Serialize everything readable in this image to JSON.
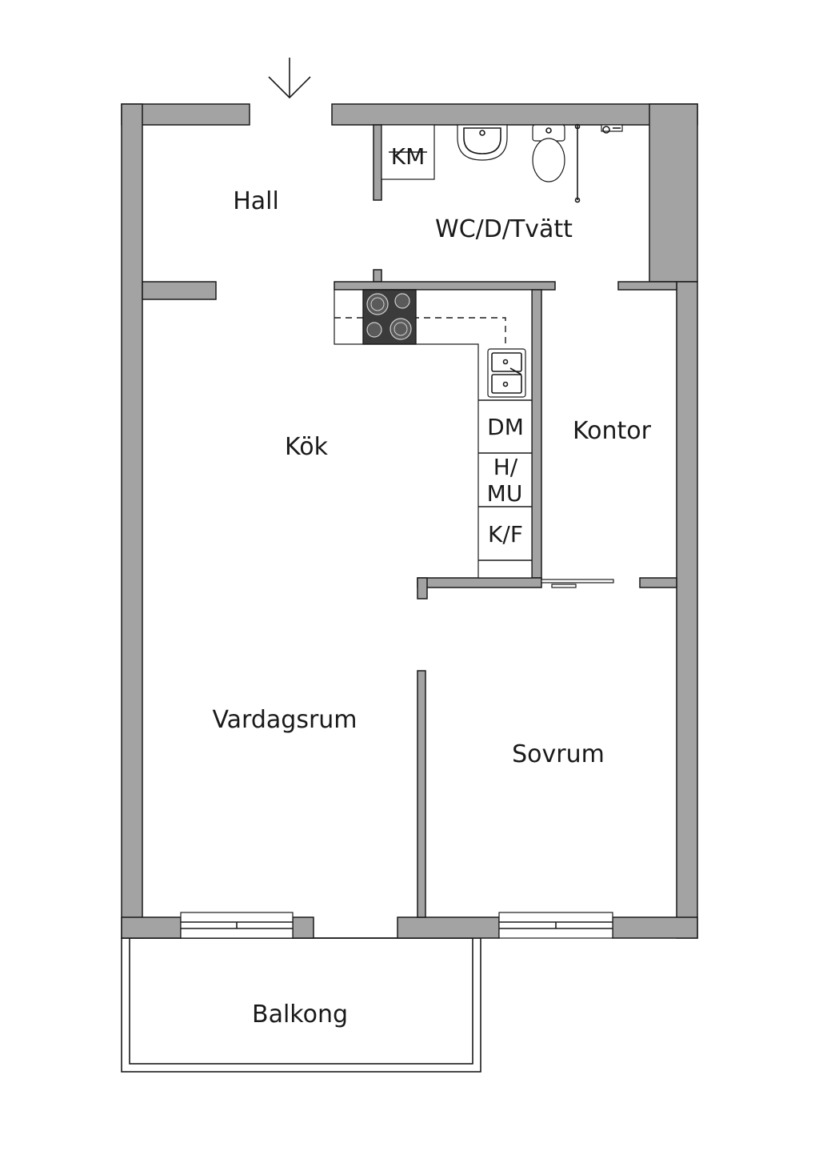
{
  "rooms": {
    "hall": "Hall",
    "wc": "WC/D/Tvätt",
    "kitchen": "Kök",
    "office": "Kontor",
    "living": "Vardagsrum",
    "bedroom": "Sovrum",
    "balcony": "Balkong"
  },
  "appliances": {
    "washer": "KM",
    "dishwasher": "DM",
    "cabinet_line1": "H/",
    "cabinet_line2": "MU",
    "fridge": "K/F"
  },
  "colors": {
    "wall": "#a3a3a3",
    "stove": "#3b3b3b",
    "line": "#1a1a1a"
  },
  "icons": {
    "entrance": "entrance-arrow-icon",
    "stove": "stove-icon",
    "sink": "sink-icon",
    "toilet": "toilet-icon",
    "basin": "washbasin-icon",
    "shower": "shower-icon"
  }
}
